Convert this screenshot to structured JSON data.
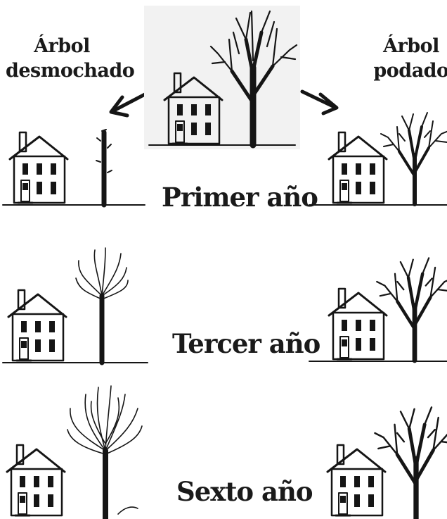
{
  "left_heading": {
    "line1": "Árbol",
    "line2": "desmochado"
  },
  "right_heading": {
    "line1": "Árbol",
    "line2": "podado"
  },
  "stages": [
    {
      "label": "Primer año"
    },
    {
      "label": "Tercer año"
    },
    {
      "label": "Sexto año"
    }
  ]
}
